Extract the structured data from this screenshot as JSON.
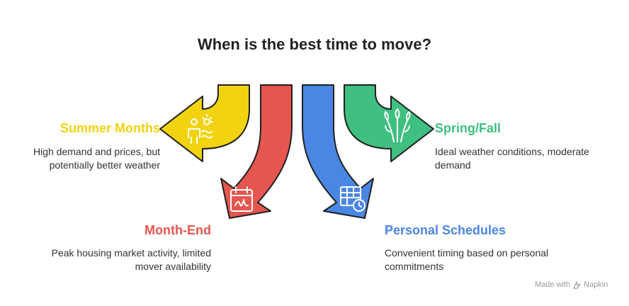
{
  "title": "When is the best time to move?",
  "colors": {
    "summer": "#f2d30f",
    "month_end": "#e4564f",
    "personal": "#4a86e4",
    "spring": "#3fbf80",
    "stroke": "#1f1f1f"
  },
  "items": [
    {
      "heading": "Summer Months",
      "description": "High demand and prices, but potentially better weather",
      "icon": "sun-person-icon"
    },
    {
      "heading": "Month-End",
      "description": "Peak housing market activity, limited mover availability",
      "icon": "calendar-icon"
    },
    {
      "heading": "Personal Schedules",
      "description": "Convenient timing based on personal commitments",
      "icon": "schedule-clock-icon"
    },
    {
      "heading": "Spring/Fall",
      "description": "Ideal weather conditions, moderate demand",
      "icon": "sprout-icon"
    }
  ],
  "footer": {
    "made_with": "Made with",
    "brand": "Napkin"
  }
}
